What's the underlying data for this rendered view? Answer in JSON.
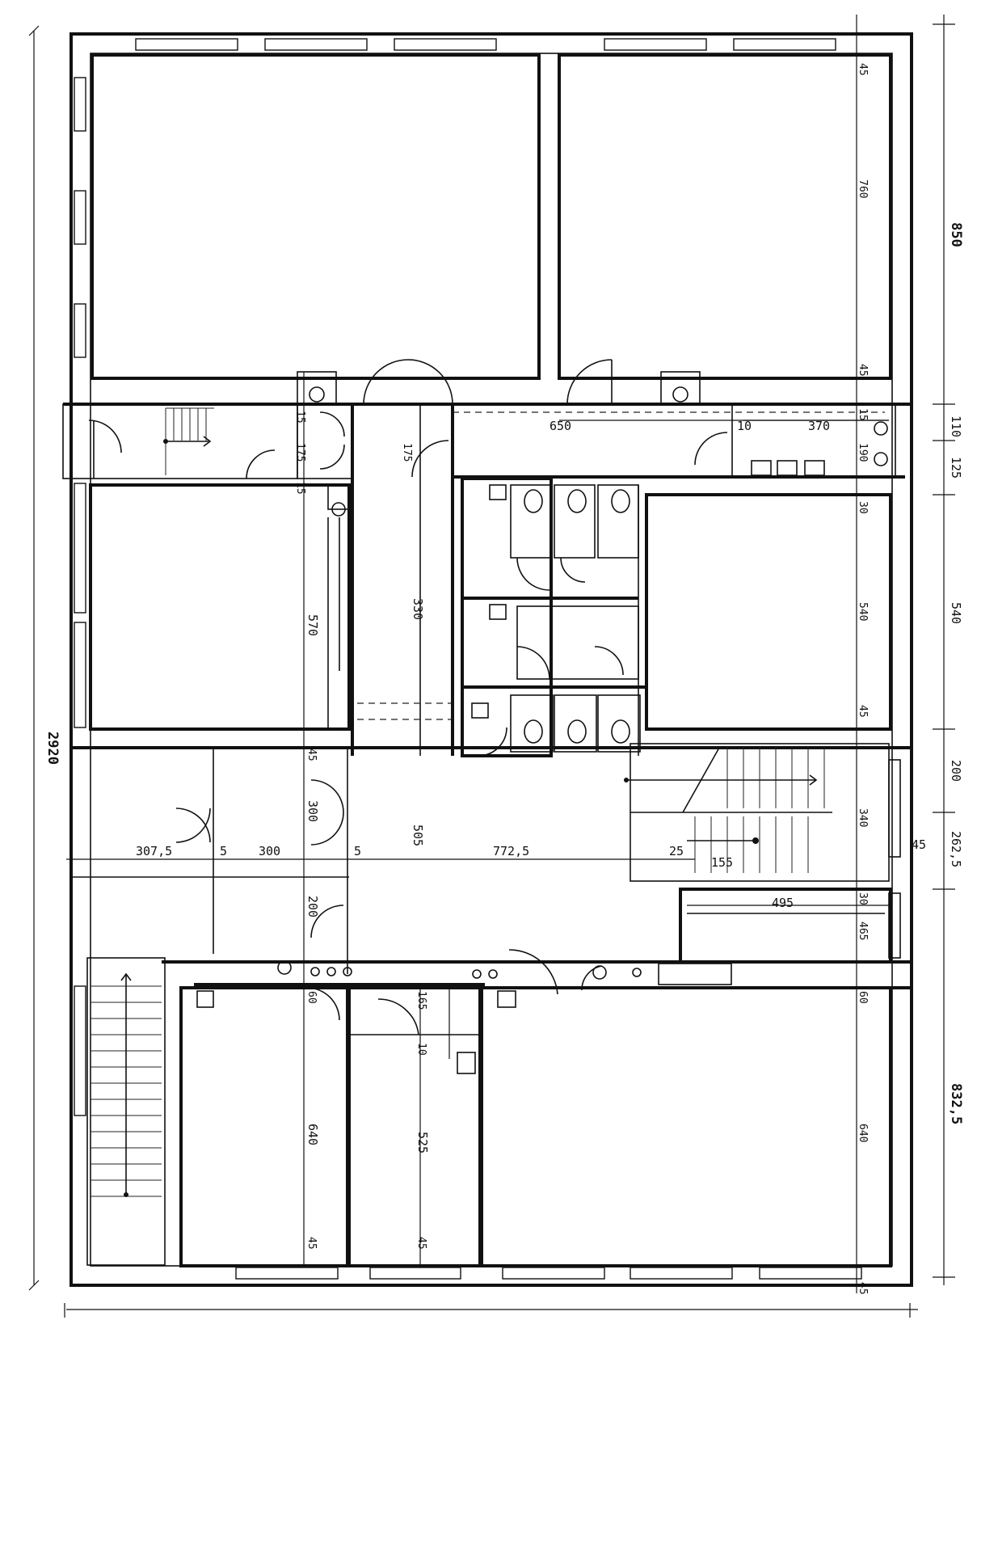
{
  "drawing": {
    "overall_height": "2920",
    "right_dims": {
      "top_block": "850",
      "d110": "110",
      "d125": "125",
      "d540": "540",
      "d200": "200",
      "d262": "262,5",
      "bottom_block": "832,5"
    },
    "inner_right": {
      "d45a": "45",
      "d760": "760",
      "d45b": "45",
      "d15": "15",
      "d10": "10",
      "d370": "370",
      "d190": "190",
      "d30a": "30",
      "d540": "540",
      "d45c": "45",
      "d340": "340",
      "d45d": "45",
      "d30b": "30",
      "d495": "495",
      "d465": "465",
      "d60": "60",
      "d640": "640",
      "d45e": "45"
    },
    "rooms": {
      "d650": "650",
      "d175a": "175",
      "d175b": "175",
      "d15a": "15",
      "d15b": "15",
      "d570": "570",
      "d330": "330",
      "d45": "45",
      "d300v": "300",
      "d200v": "200",
      "d307": "307,5",
      "d5a": "5",
      "d300": "300",
      "d5b": "5",
      "d505": "505",
      "d772": "772,5",
      "d25": "25",
      "d155": "155",
      "d60": "60",
      "d165": "165",
      "d10": "10",
      "d640": "640",
      "d525": "525",
      "d45b": "45",
      "d45c": "45"
    }
  }
}
